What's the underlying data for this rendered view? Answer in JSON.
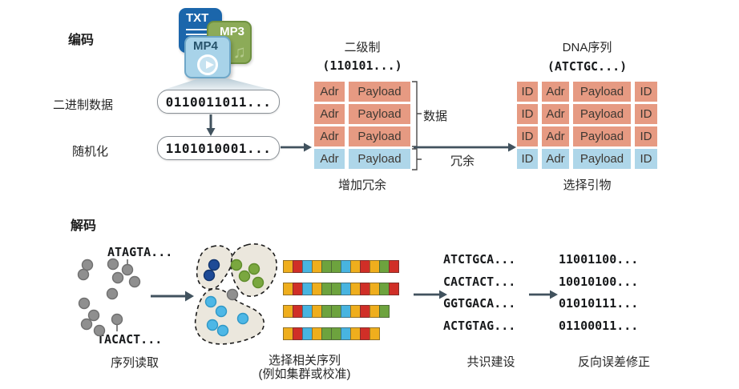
{
  "encode": {
    "section_label": "编码",
    "file_icons": [
      {
        "label": "TXT"
      },
      {
        "label": "MP3"
      },
      {
        "label": "MP4"
      }
    ],
    "binary_data_label": "二进制数据",
    "binary_data_value": "0110011011...",
    "randomize_label": "随机化",
    "randomize_value": "1101010001...",
    "binary_table": {
      "title": "二级制",
      "subtitle": "(110101...)",
      "rows": [
        {
          "type": "data",
          "cells": [
            "Adr",
            "Payload"
          ]
        },
        {
          "type": "data",
          "cells": [
            "Adr",
            "Payload"
          ]
        },
        {
          "type": "data",
          "cells": [
            "Adr",
            "Payload"
          ]
        },
        {
          "type": "redundancy",
          "cells": [
            "Adr",
            "Payload"
          ]
        }
      ],
      "data_bracket_label": "数据",
      "redundancy_arrow_label": "冗余",
      "caption": "增加冗余"
    },
    "dna_table": {
      "title": "DNA序列",
      "subtitle": "(ATCTGC...)",
      "rows": [
        {
          "type": "data",
          "cells": [
            "ID",
            "Adr",
            "Payload",
            "ID"
          ]
        },
        {
          "type": "data",
          "cells": [
            "ID",
            "Adr",
            "Payload",
            "ID"
          ]
        },
        {
          "type": "data",
          "cells": [
            "ID",
            "Adr",
            "Payload",
            "ID"
          ]
        },
        {
          "type": "redundancy",
          "cells": [
            "ID",
            "Adr",
            "Payload",
            "ID"
          ]
        }
      ],
      "caption": "选择引物"
    }
  },
  "decode": {
    "section_label": "解码",
    "reads": {
      "top_read": "ATAGTA...",
      "bottom_read": "TACACT...",
      "caption": "序列读取",
      "dots": [
        [
          49,
          31
        ],
        [
          44,
          43
        ],
        [
          81,
          30
        ],
        [
          99,
          37
        ],
        [
          87,
          47
        ],
        [
          108,
          52
        ],
        [
          80,
          67
        ],
        [
          45,
          79
        ],
        [
          57,
          94
        ],
        [
          48,
          105
        ],
        [
          64,
          113
        ],
        [
          86,
          99
        ]
      ],
      "dot_fill": "#8f8f8f",
      "dot_stroke": "#6f6f6f"
    },
    "clusters": {
      "caption_line1": "选择相关序列",
      "caption_line2": "(例如集群或校准)",
      "blob_fill": "#ebe7dd",
      "groups": [
        {
          "name": "navy-cluster",
          "fill": "#1d4a96",
          "stroke": "#12356e",
          "dots": [
            [
              207,
              31
            ],
            [
              201,
              44
            ]
          ]
        },
        {
          "name": "green-cluster",
          "fill": "#7aa73f",
          "stroke": "#5f8c2b",
          "dots": [
            [
              235,
              31
            ],
            [
              257,
              36
            ],
            [
              245,
              45
            ],
            [
              262,
              53
            ]
          ]
        },
        {
          "name": "cyan-cluster",
          "fill": "#4db7e6",
          "stroke": "#2f97c6",
          "dots": [
            [
              203,
              77
            ],
            [
              216,
              89
            ],
            [
              205,
              106
            ],
            [
              218,
              113
            ],
            [
              243,
              98
            ]
          ]
        }
      ],
      "stray_dot": [
        230,
        68
      ],
      "stray_fill": "#8f8f8f",
      "stray_stroke": "#6f6f6f"
    },
    "bars": {
      "palette": {
        "yellow": "#efae1d",
        "red": "#d02f27",
        "cyan": "#48b4e0",
        "green": "#6da33e"
      },
      "rows": [
        {
          "segments": [
            "yellow",
            "red",
            "cyan",
            "yellow",
            "green",
            "green",
            "cyan",
            "yellow",
            "red",
            "yellow",
            "green",
            "red"
          ]
        },
        {
          "segments": [
            "yellow",
            "red",
            "cyan",
            "yellow",
            "green",
            "green",
            "cyan",
            "yellow",
            "red",
            "yellow",
            "green",
            "red"
          ]
        },
        {
          "segments": [
            "yellow",
            "red",
            "cyan",
            "yellow",
            "green",
            "green",
            "cyan",
            "yellow",
            "red",
            "yellow",
            "green"
          ]
        },
        {
          "segments": [
            "yellow",
            "red",
            "cyan",
            "yellow",
            "green",
            "green",
            "cyan",
            "yellow",
            "red",
            "yellow"
          ]
        }
      ]
    },
    "consensus": {
      "lines": [
        "ATCTGCA...",
        "CACTACT...",
        "GGTGACA...",
        "ACTGTAG..."
      ],
      "caption": "共识建设"
    },
    "binary_out": {
      "lines": [
        "11001100...",
        "10010100...",
        "01010111...",
        "01100011..."
      ],
      "caption": "反向误差修正"
    }
  },
  "colors": {
    "data_row": "#e69a82",
    "redundancy_row": "#aed6e9",
    "arrow": "#41525e",
    "txt_icon": "#1b66ab",
    "mp3_icon": "#8cab58",
    "mp4_icon": "#a8d3e9"
  }
}
